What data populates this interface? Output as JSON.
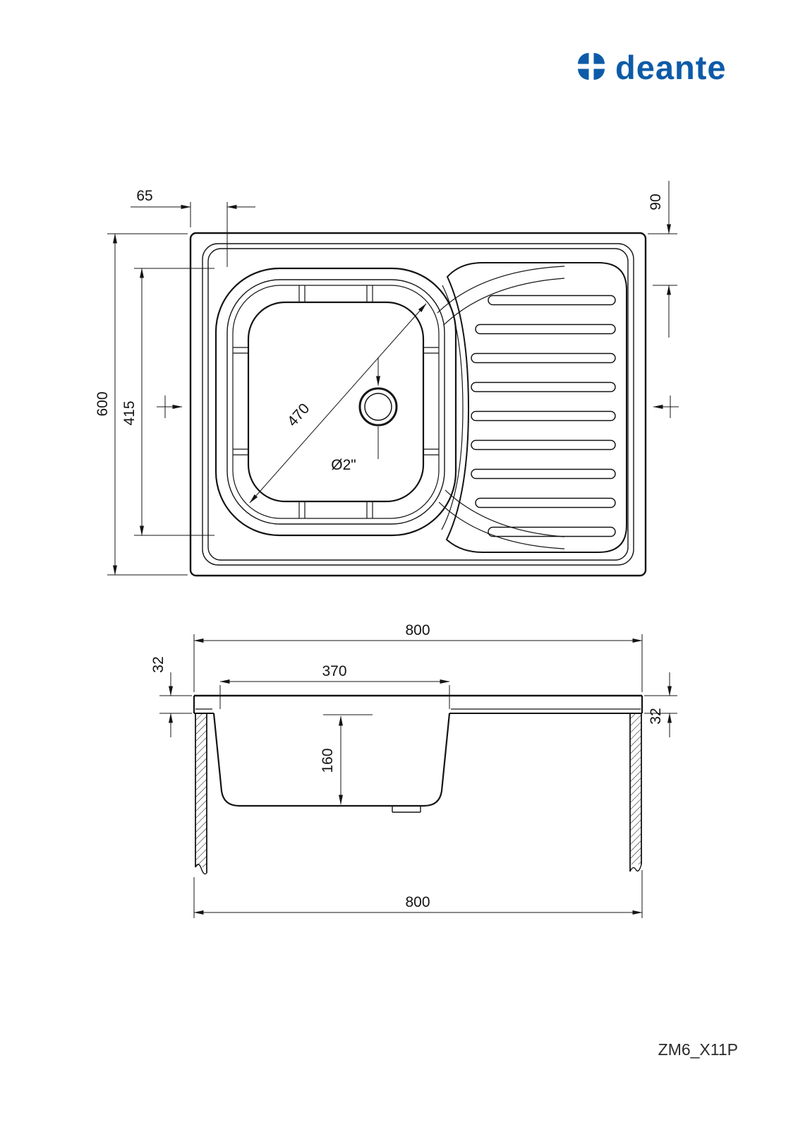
{
  "brand": {
    "name": "deante",
    "color": "#0d5ba8"
  },
  "model_code": "ZM6_X11P",
  "top_view": {
    "width_offset_left": "65",
    "offset_top_right": "90",
    "overall_depth": "600",
    "bowl_inner_depth": "415",
    "bowl_diagonal": "470",
    "drain_diameter": "Ø2\""
  },
  "side_view": {
    "overall_width_top": "800",
    "bowl_width": "370",
    "edge_height_left": "32",
    "edge_height_right": "32",
    "bowl_depth": "160",
    "overall_width_bottom": "800"
  }
}
